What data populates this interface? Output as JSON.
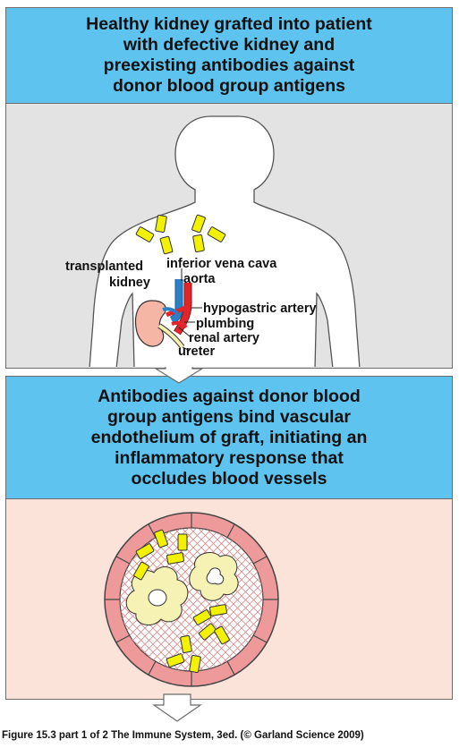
{
  "header_1": "Healthy kidney grafted into patient\nwith defective kidney and\npreexisting antibodies against\ndonor blood group antigens",
  "header_2": "Antibodies against donor blood\ngroup antigens bind vascular\nendothelium of graft, initiating an\ninflammatory response that\noccludes blood vessels",
  "labels": {
    "transplanted_kidney_1": "transplanted",
    "transplanted_kidney_2": "kidney",
    "inferior_vena_cava": "inferior vena cava",
    "aorta": "aorta",
    "hypogastric_artery": "hypogastric artery",
    "plumbing": "plumbing",
    "renal_artery": "renal artery",
    "ureter": "ureter"
  },
  "caption": "Figure 15.3 part 1 of 2  The Immune System, 3ed. (© Garland Science 2009)",
  "colors": {
    "header_blue": "#5ec3ee",
    "panel_grey": "#e3e3e3",
    "panel_pink": "#fbe3da",
    "antibody_yellow": "#f2f200",
    "artery_red": "#e0262b",
    "vein_blue": "#2a7fc9",
    "vessel_wall_pink": "#ef9a9a"
  }
}
